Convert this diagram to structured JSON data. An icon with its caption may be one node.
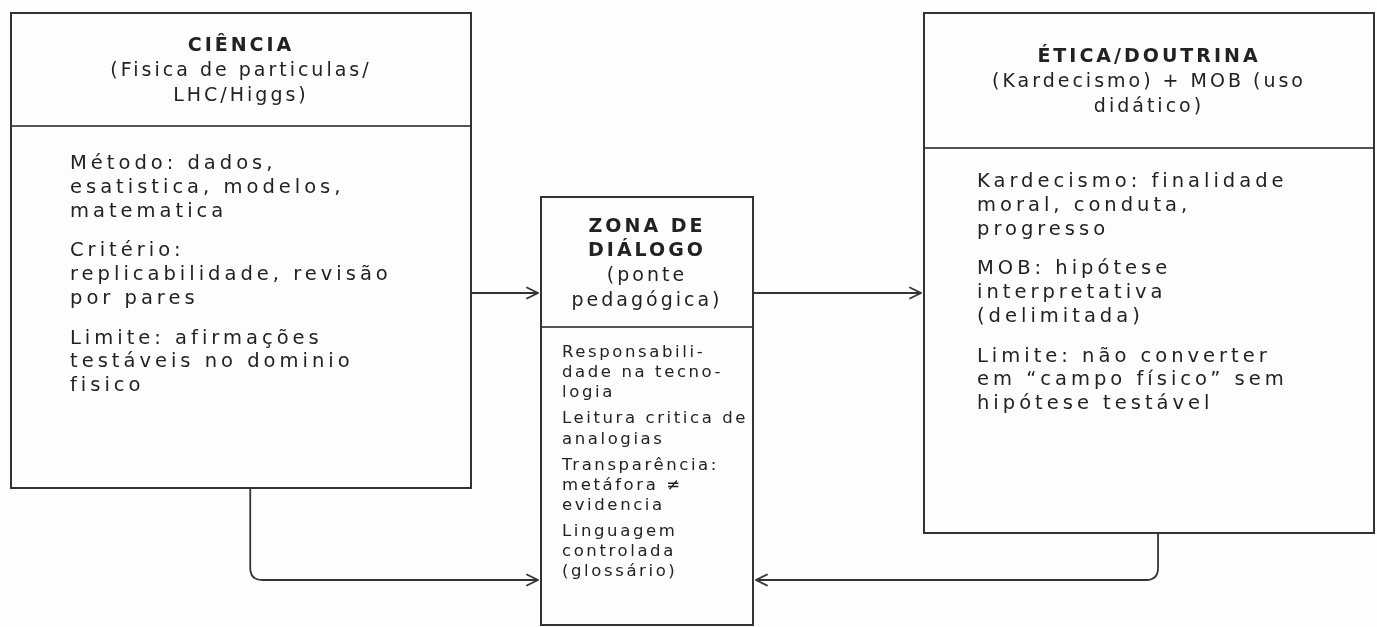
{
  "diagram": {
    "nodes": [
      {
        "text": [
          "CIÊNCIA",
          "(Fisica de particulas/ LHC/Higgs)",
          "Método: dados, esatistica, modelos, matematica",
          "Critério: replicabilidade, revisão por pares",
          "Limite: afirmações testáveis no dominio fisico"
        ]
      },
      {
        "text": [
          "ZONA DE DIÁLOGO",
          "(ponte pedagógica)",
          "Responsabili- dade na tecno- logia",
          "Leitura critica de analogias",
          "Transparência: metáfora ≠ evidencia",
          "Linguagem controlada (glossário)"
        ]
      },
      {
        "text": [
          "ÉTICA/DOUTRINA",
          "(Kardecismo) + MOB (uso didático)",
          "Kardecismo: finalidade moral, conduta, progresso",
          "MOB: hipótese interpretativa (delimitada)",
          "Limite: não converter em “campo físico” sem hipótese testável"
        ]
      }
    ],
    "edges": [
      {
        "from": 0,
        "to": 1,
        "arrow": "to"
      },
      {
        "from": 1,
        "to": 2,
        "arrow": "to"
      },
      {
        "from": 0,
        "to": 1,
        "arrow": "to"
      },
      {
        "from": 2,
        "to": 1,
        "arrow": "to"
      }
    ]
  }
}
